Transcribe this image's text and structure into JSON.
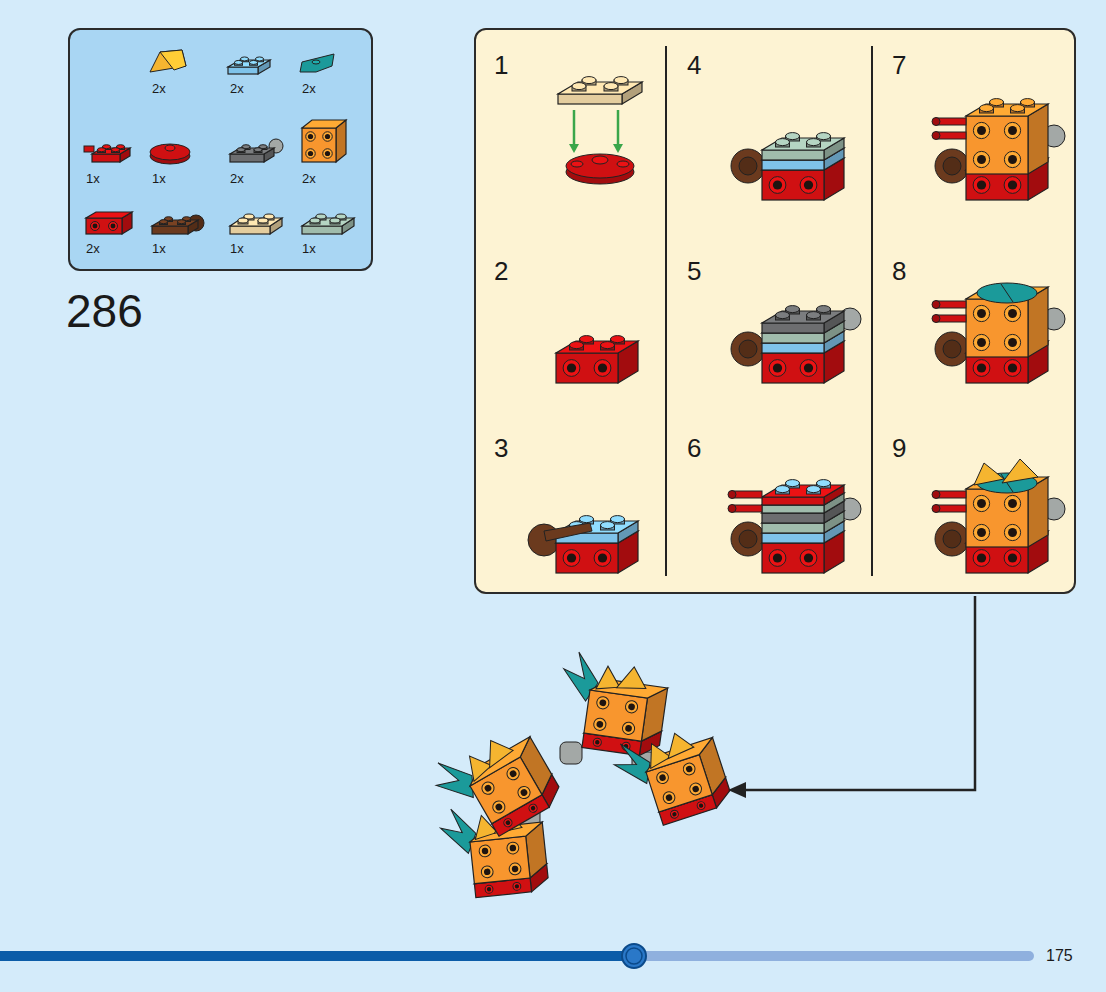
{
  "diagram": {
    "nodes": [
      {
        "text": [
          "2x",
          "2x",
          "2x",
          "1x",
          "1x",
          "2x",
          "2x",
          "2x",
          "1x",
          "1x",
          "1x"
        ]
      },
      {
        "text": [
          "1",
          "2",
          "3",
          "4",
          "5",
          "6",
          "7",
          "8",
          "9"
        ]
      }
    ],
    "labels": [
      "286",
      "175"
    ]
  }
}
